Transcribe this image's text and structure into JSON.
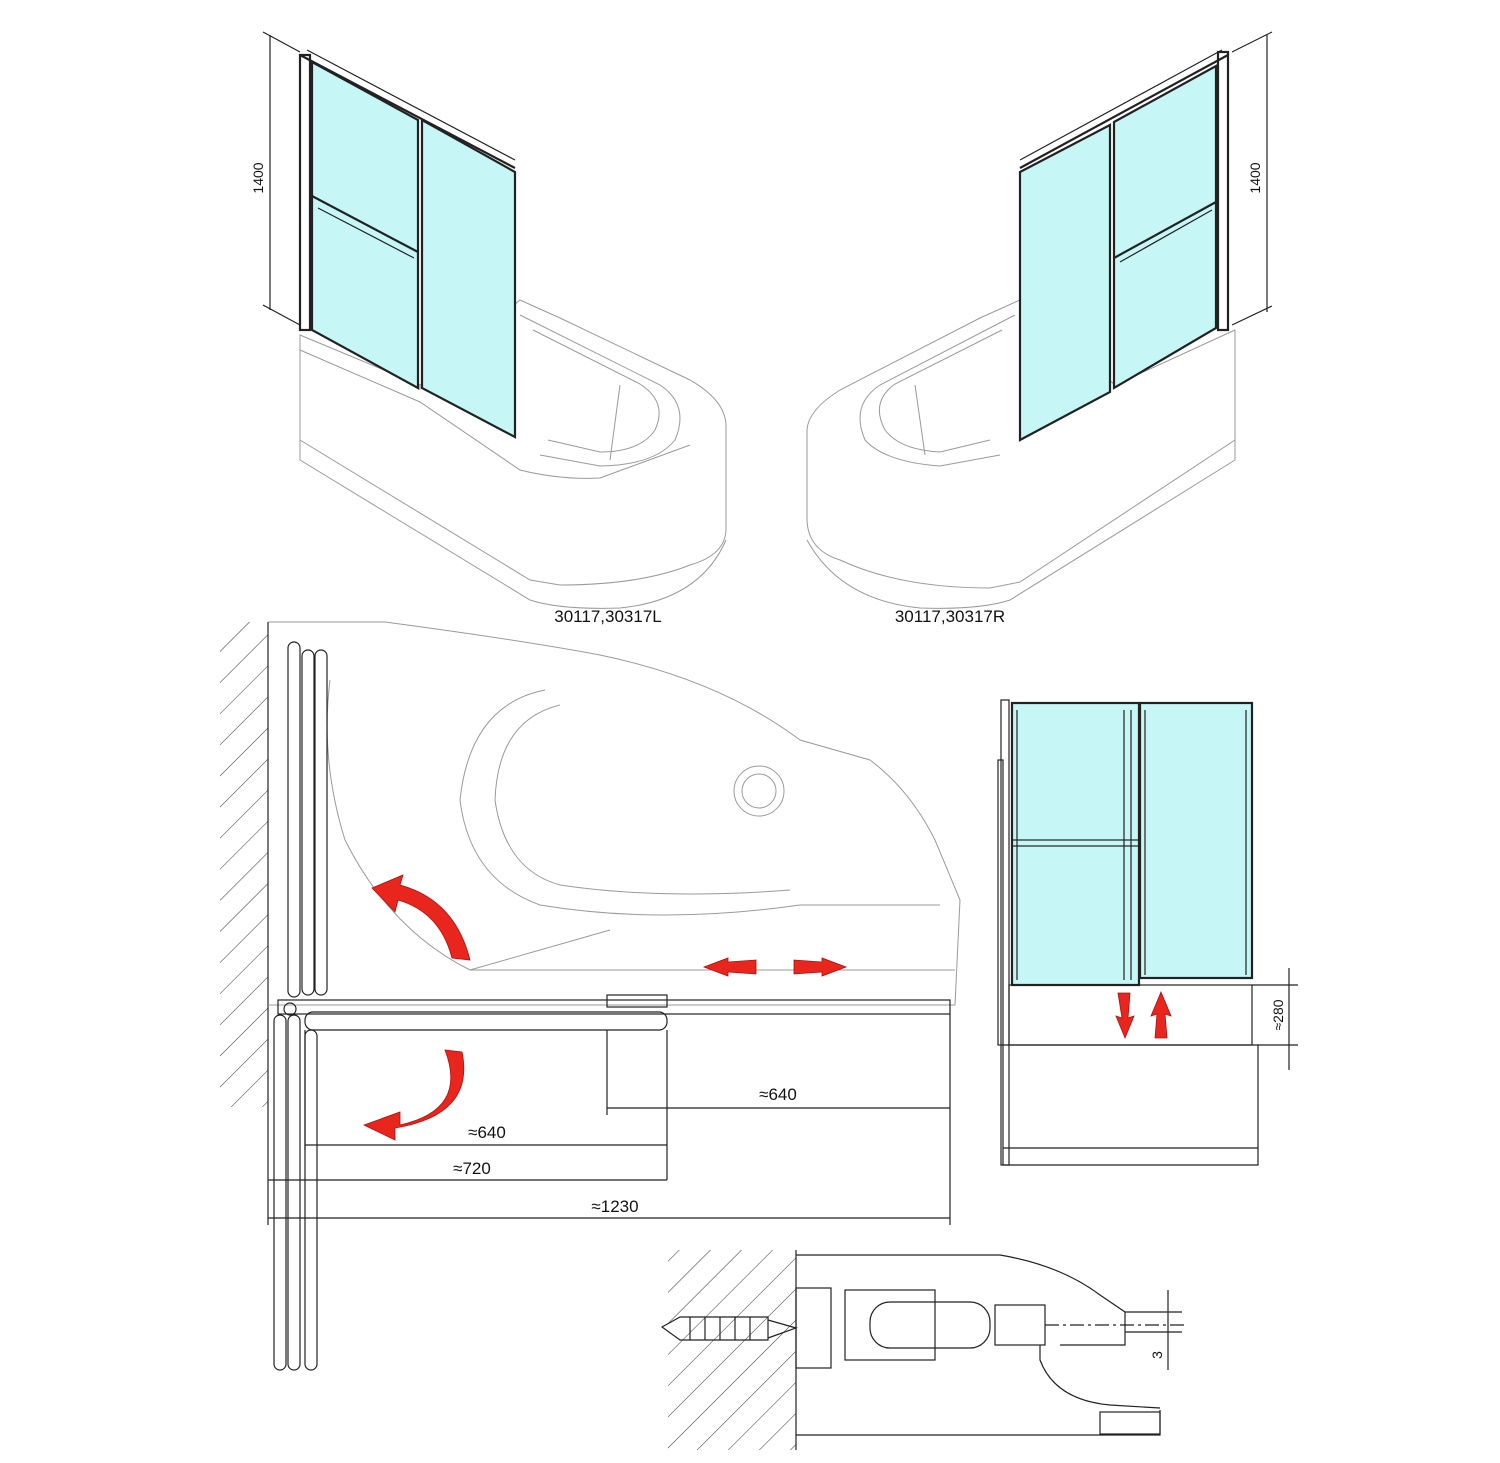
{
  "captions": {
    "left_view": "30117,30317L",
    "right_view": "30117,30317R"
  },
  "dimensions": {
    "height_left": "1400",
    "height_right": "1400",
    "panel_width_top": "≈640",
    "panel_width_bottom": "≈640",
    "width_720": "≈720",
    "width_total": "≈1230",
    "lift_height": "≈280",
    "gap": "3"
  },
  "colors": {
    "glass": "#c6f6f6",
    "arrow": "#e8261d",
    "outline": "#222222"
  }
}
